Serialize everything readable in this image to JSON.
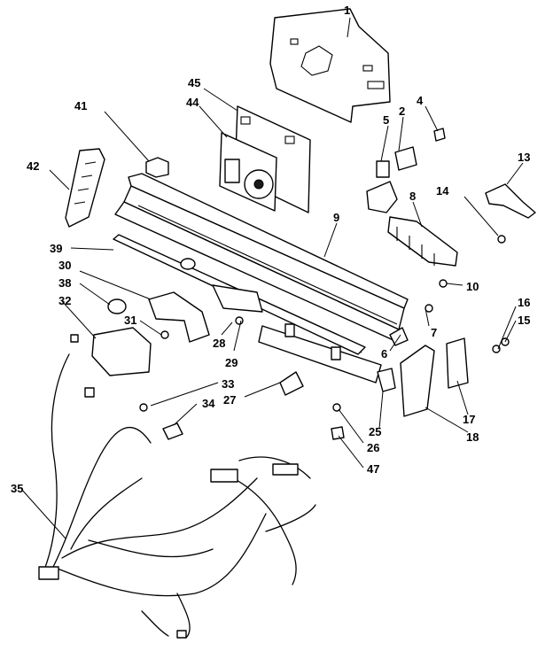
{
  "callouts": [
    "1",
    "2",
    "4",
    "5",
    "45",
    "44",
    "41",
    "42",
    "13",
    "14",
    "8",
    "9",
    "39",
    "30",
    "38",
    "32",
    "31",
    "28",
    "29",
    "10",
    "7",
    "6",
    "16",
    "15",
    "33",
    "27",
    "34",
    "25",
    "26",
    "47",
    "17",
    "18",
    "35"
  ]
}
